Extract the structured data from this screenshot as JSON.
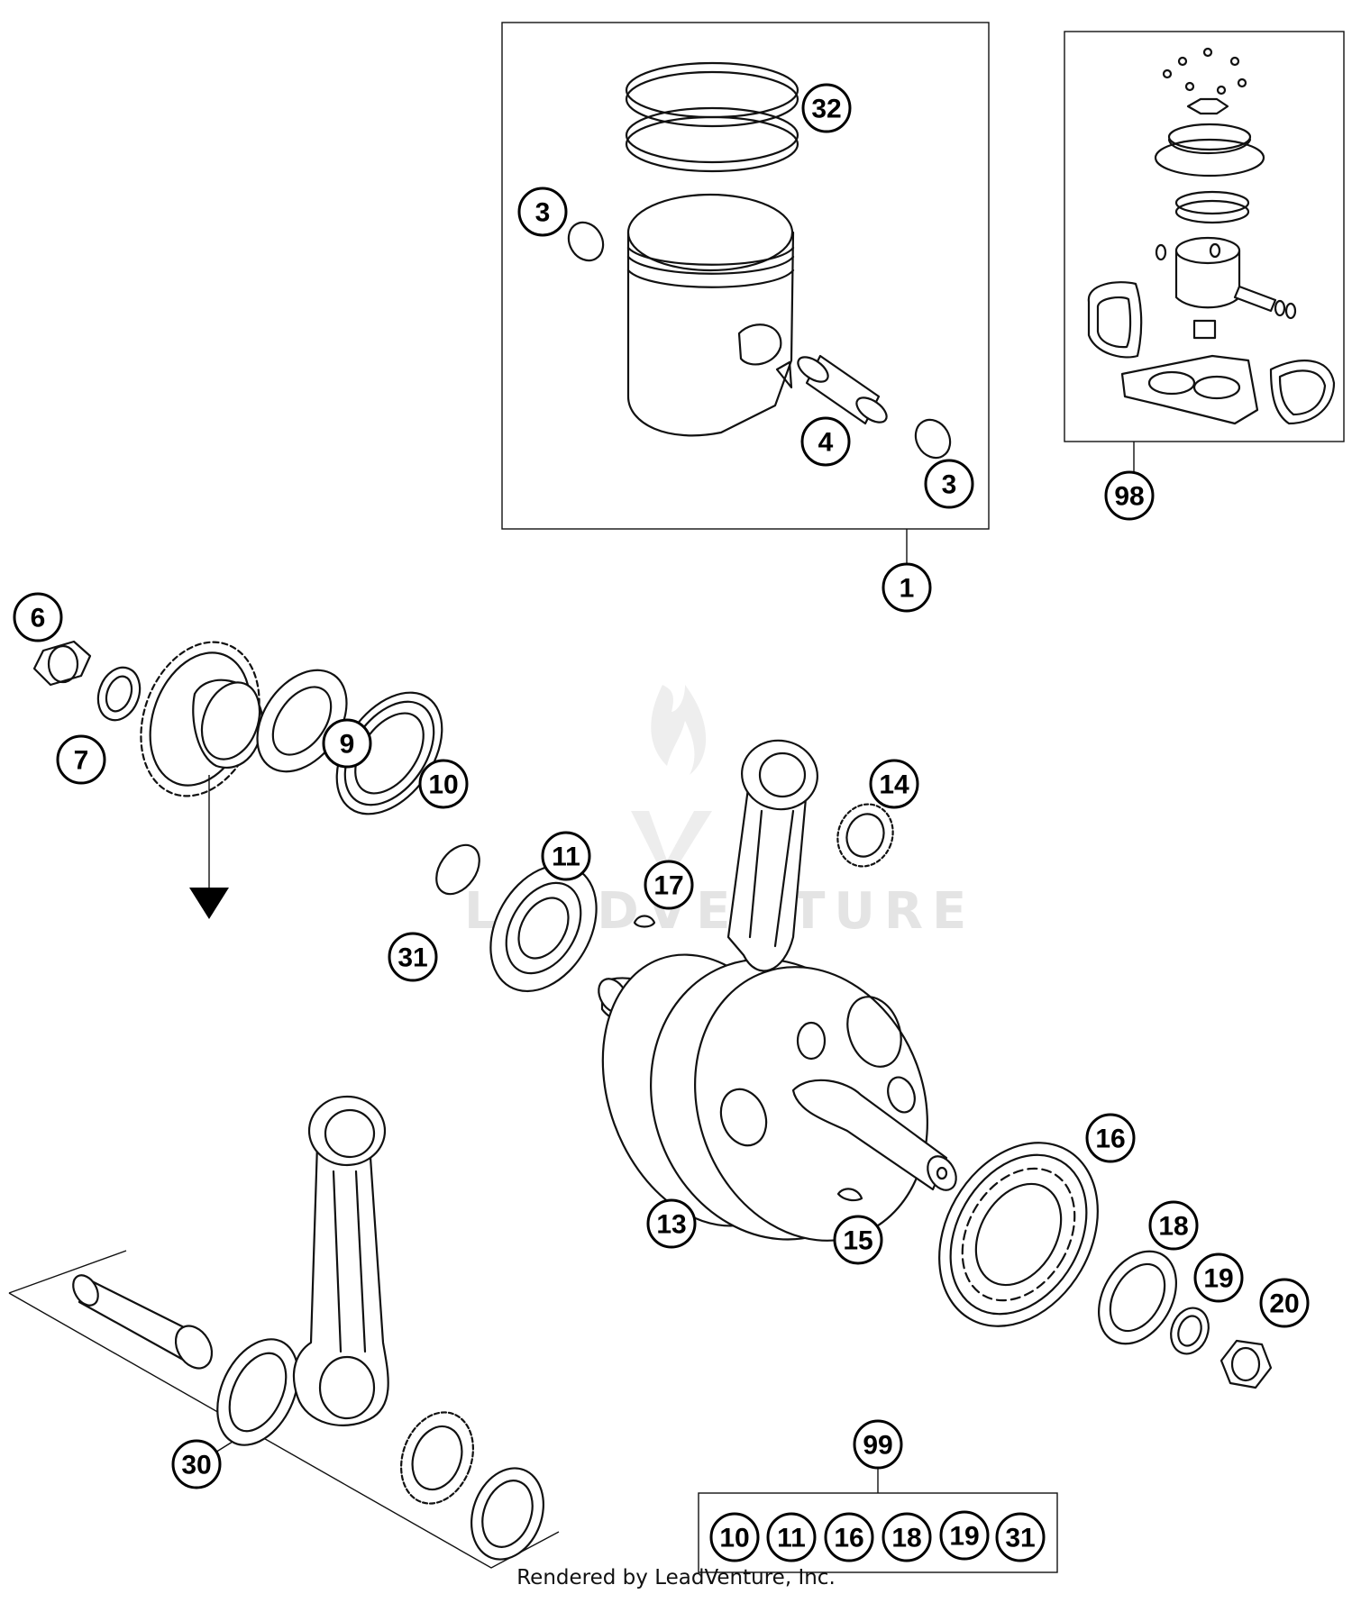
{
  "callouts": {
    "c1": "1",
    "c3a": "3",
    "c3b": "3",
    "c4": "4",
    "c32": "32",
    "c98": "98",
    "c6": "6",
    "c7": "7",
    "c9": "9",
    "c10": "10",
    "c11": "11",
    "c13": "13",
    "c14": "14",
    "c15": "15",
    "c16": "16",
    "c17": "17",
    "c18": "18",
    "c19": "19",
    "c20": "20",
    "c30": "30",
    "c31": "31",
    "c99": "99"
  },
  "kit_99_items": [
    "10",
    "11",
    "16",
    "18",
    "19",
    "31"
  ],
  "watermark": "LEADVENTURE",
  "footer": "Rendered by LeadVenture, Inc."
}
